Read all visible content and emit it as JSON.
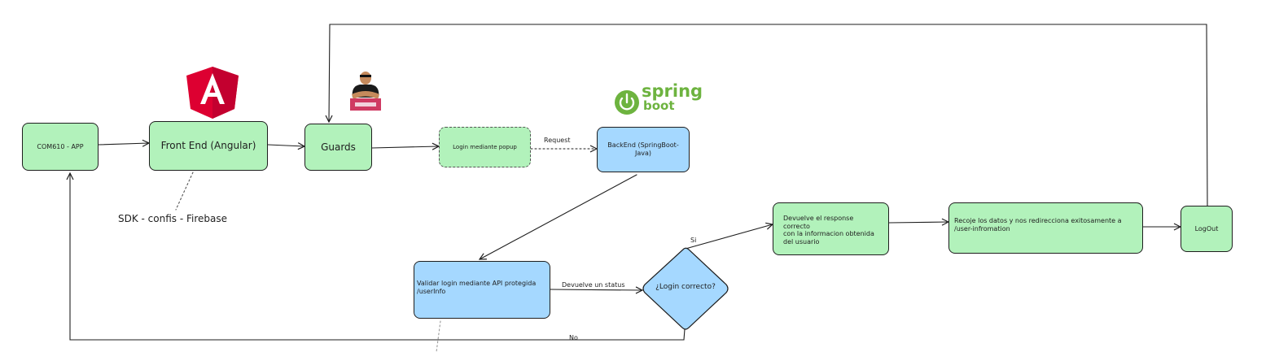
{
  "nodes": {
    "com610_app": "COM610 - APP",
    "front_end": "Front End (Angular)",
    "guards": "Guards",
    "login_popup": "Login mediante popup",
    "backend": "BackEnd (SpringBoot-Java)",
    "validar_login": "Validar login mediante API protegida /userInfo",
    "login_correcto": "¿Login correcto?",
    "devuelve_response": "Devuelve el response correcto\ncon la informacion obtenida del usuario",
    "recoje_datos": "Recoje los datos y nos redirecciona exitosamente a /user-infromation",
    "logout": "LogOut"
  },
  "notes": {
    "sdk": "SDK - confis - Firebase"
  },
  "edge_labels": {
    "request": "Request",
    "devuelve_status": "Devuelve un status",
    "si": "Si",
    "no": "No"
  },
  "logos": {
    "angular": "angular-logo",
    "guard_mascot": "guards-bouncer-image",
    "spring_boot_word1": "spring",
    "spring_boot_word2": "boot"
  },
  "colors": {
    "green_fill": "#b2f2bb",
    "blue_fill": "#a5d8ff",
    "stroke": "#1e1e1e",
    "angular_red": "#dd0031",
    "angular_dark": "#c3002f",
    "spring_green": "#6db33f"
  }
}
